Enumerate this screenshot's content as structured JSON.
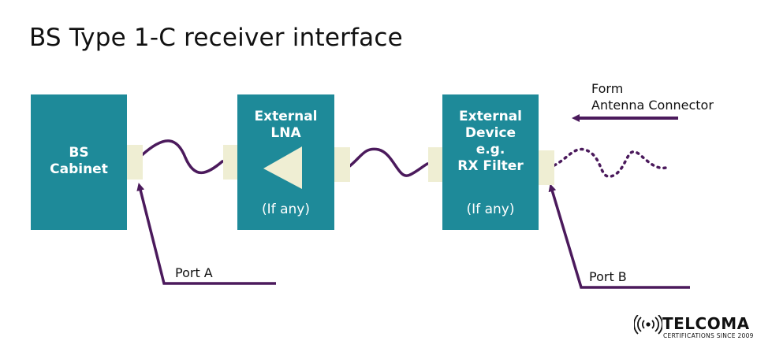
{
  "title": "BS Type 1-C receiver interface",
  "blocks": {
    "bs_cabinet": {
      "line1": "BS",
      "line2": "Cabinet"
    },
    "lna": {
      "line1": "External",
      "line2": "LNA",
      "note": "(If any)"
    },
    "device": {
      "line1": "External",
      "line2": "Device",
      "line3": "e.g.",
      "line4": "RX Filter",
      "note": "(If any)"
    }
  },
  "labels": {
    "port_a": "Port A",
    "port_b": "Port B",
    "from_line1": "Form",
    "from_line2": "Antenna Connector"
  },
  "logo": {
    "name": "TELCOMA",
    "tagline": "CERTIFICATIONS SINCE 2009"
  },
  "colors": {
    "block": "#1e8a99",
    "port": "#efeed3",
    "line": "#4b1a5c",
    "lna_triangle": "#efeed3"
  }
}
